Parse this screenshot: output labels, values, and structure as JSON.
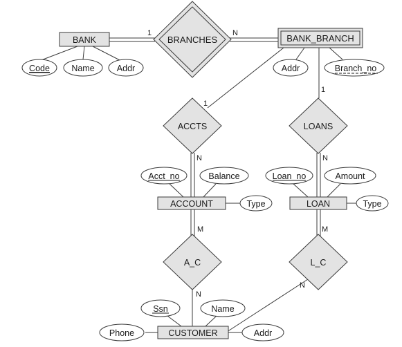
{
  "entities": {
    "bank": "BANK",
    "bank_branch": "BANK_BRANCH",
    "account": "ACCOUNT",
    "loan": "LOAN",
    "customer": "CUSTOMER"
  },
  "relationships": {
    "branches": "BRANCHES",
    "accts": "ACCTS",
    "loans": "LOANS",
    "a_c": "A_C",
    "l_c": "L_C"
  },
  "attributes": {
    "bank_code": "Code",
    "bank_name": "Name",
    "bank_addr": "Addr",
    "branch_addr": "Addr",
    "branch_no": "Branch_no",
    "acct_no": "Acct_no",
    "balance": "Balance",
    "account_type": "Type",
    "loan_no": "Loan_no",
    "amount": "Amount",
    "loan_type": "Type",
    "ssn": "Ssn",
    "customer_name": "Name",
    "phone": "Phone",
    "customer_addr": "Addr"
  },
  "cardinalities": {
    "bank_branches": "1",
    "branches_bankbranch": "N",
    "bankbranch_accts": "1",
    "accts_account": "N",
    "bankbranch_loans": "1",
    "loans_loan": "N",
    "account_ac": "M",
    "ac_customer": "N",
    "loan_lc": "M",
    "lc_customer": "N"
  }
}
